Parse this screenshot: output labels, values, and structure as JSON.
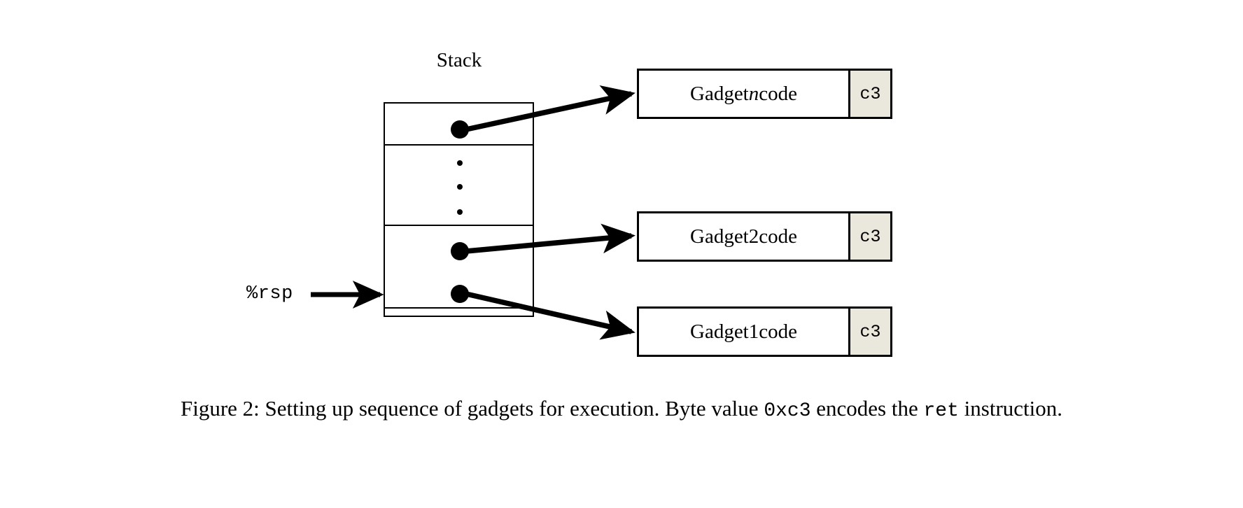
{
  "figure": {
    "stack_label": "Stack",
    "rsp_label": "%rsp",
    "caption": {
      "prefix": "Figure 2: Setting up sequence of gadgets for execution. Byte value ",
      "byte_value": "0xc3",
      "middle": " encodes the ",
      "instruction": "ret",
      "suffix": " instruction."
    }
  },
  "stack": {
    "cells": [
      {
        "name": "gadget-n-pointer",
        "has_pointer": true,
        "label": ""
      },
      {
        "name": "ellipsis",
        "has_pointer": false,
        "label": ""
      },
      {
        "name": "gadget-2-pointer",
        "has_pointer": true,
        "label": ""
      },
      {
        "name": "gadget-1-pointer",
        "has_pointer": true,
        "label": ""
      }
    ],
    "ellipsis_dot_count": 3
  },
  "gadgets": [
    {
      "code_prefix": "Gadget ",
      "index": "n",
      "code_suffix": " code",
      "ret_byte": "c3"
    },
    {
      "code_prefix": "Gadget ",
      "index": "2",
      "code_suffix": " code",
      "ret_byte": "c3"
    },
    {
      "code_prefix": "Gadget ",
      "index": "1",
      "code_suffix": " code",
      "ret_byte": "c3"
    }
  ],
  "colors": {
    "ret_cell_fill": "#eae8dd",
    "stroke": "#000000",
    "background": "#ffffff"
  }
}
